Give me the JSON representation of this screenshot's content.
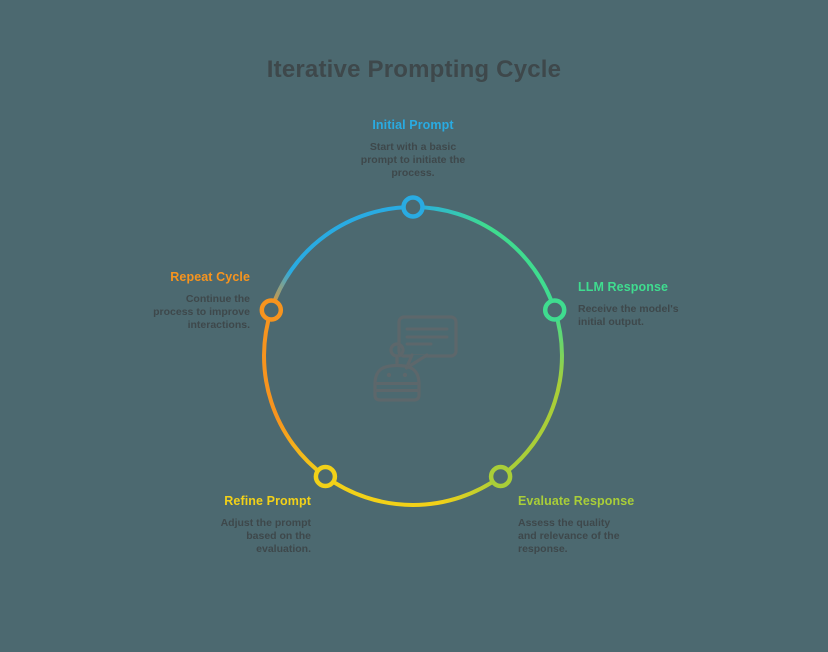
{
  "title": "Iterative Prompting Cycle",
  "background_color": "#4C6970",
  "text_color": "#3E484B",
  "center_icon": "robot-chat-icon",
  "icon_color": "#5D676B",
  "steps": [
    {
      "id": "initial-prompt",
      "position": "top",
      "label": "Initial Prompt",
      "description": "Start with a basic prompt to initiate the process.",
      "color": "#29ABE2"
    },
    {
      "id": "llm-response",
      "position": "right",
      "label": "LLM Response",
      "description": "Receive the model's initial output.",
      "color": "#3FDC8F"
    },
    {
      "id": "evaluate-response",
      "position": "bottom-right",
      "label": "Evaluate Response",
      "description": "Assess the quality and relevance of the response.",
      "color": "#A9CE38"
    },
    {
      "id": "refine-prompt",
      "position": "bottom-left",
      "label": "Refine Prompt",
      "description": "Adjust the prompt based on the evaluation.",
      "color": "#F2D118"
    },
    {
      "id": "repeat-cycle",
      "position": "left",
      "label": "Repeat Cycle",
      "description": "Continue the process to improve interactions.",
      "color": "#F7941E"
    }
  ]
}
